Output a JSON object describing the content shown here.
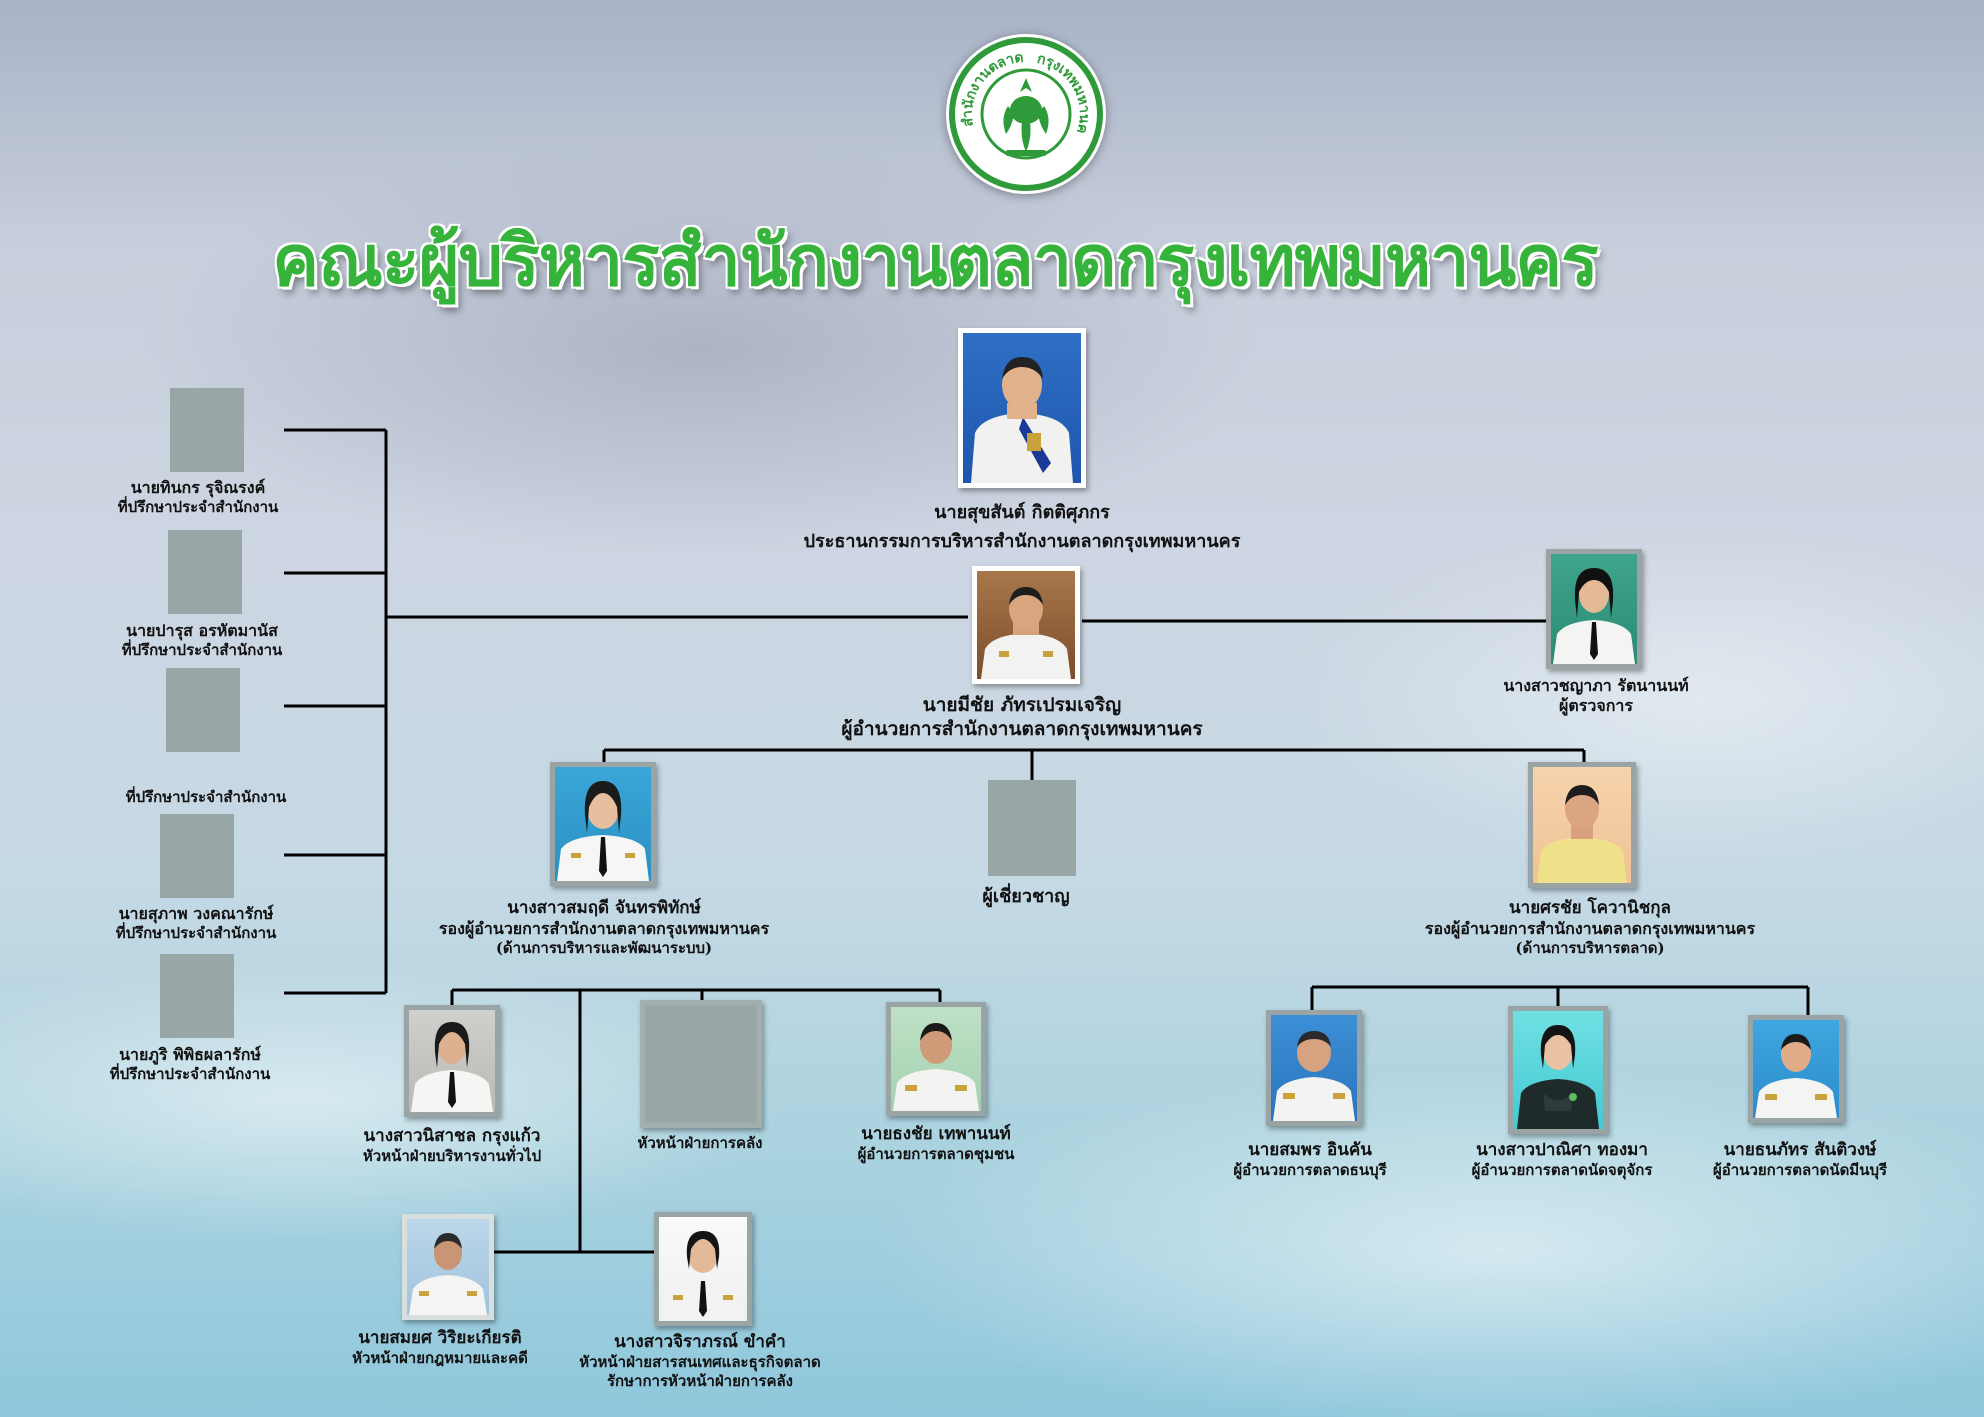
{
  "title": "คณะผู้บริหารสำนักงานตลาดกรุงเทพมหานคร",
  "logo": {
    "icon": "bangkok-market-seal-icon",
    "text_left": "สำนักงานตลาด",
    "text_right": "กรุงเทพมหานคร"
  },
  "colors": {
    "title": "#35b33a",
    "logo_green": "#2f9a3a",
    "lines": "#000000",
    "placeholder": "#98a6a6"
  },
  "chairman": {
    "name": "นายสุขสันต์ กิตติศุภกร",
    "role": "ประธานกรรมการบริหารสำนักงานตลาดกรุงเทพมหานคร"
  },
  "director": {
    "name": "นายมีชัย ภัทรเปรมเจริญ",
    "role": "ผู้อำนวยการสำนักงานตลาดกรุงเทพมหานคร"
  },
  "inspector": {
    "name": "นางสาวชญาภา รัตนานนท์",
    "role": "ผู้ตรวจการ"
  },
  "advisors": [
    {
      "name": "นายทินกร รุจิณรงค์",
      "role": "ที่ปรึกษาประจำสำนักงาน"
    },
    {
      "name": "นายปารุส อรหัตมานัส",
      "role": "ที่ปรึกษาประจำสำนักงาน"
    },
    {
      "name": "",
      "role": "ที่ปรึกษาประจำสำนักงาน"
    },
    {
      "name": "นายสุภาพ วงคณารักษ์",
      "role": "ที่ปรึกษาประจำสำนักงาน"
    },
    {
      "name": "นายภูริ พิพิธผลารักษ์",
      "role": "ที่ปรึกษาประจำสำนักงาน"
    }
  ],
  "deputy_admin": {
    "name": "นางสาวสมฤดี จันทรพิทักษ์",
    "role": "รองผู้อำนวยการสำนักงานตลาดกรุงเทพมหานคร",
    "area": "(ด้านการบริหารและพัฒนาระบบ)"
  },
  "expert": {
    "role": "ผู้เชี่ยวชาญ"
  },
  "deputy_market": {
    "name": "นายศรชัย โควานิชกุล",
    "role": "รองผู้อำนวยการสำนักงานตลาดกรุงเทพมหานคร",
    "area": "(ด้านการบริหารตลาด)"
  },
  "admin_units": [
    {
      "name": "นางสาวนิสาชล กรุงแก้ว",
      "role": "หัวหน้าฝ่ายบริหารงานทั่วไป"
    },
    {
      "name": "",
      "role": "หัวหน้าฝ่ายการคลัง"
    },
    {
      "name": "นายธงชัย เทพานนท์",
      "role": "ผู้อำนวยการตลาดชุมชน"
    },
    {
      "name": "นายสมยศ วิริยะเกียรติ",
      "role": "หัวหน้าฝ่ายกฎหมายและคดี"
    },
    {
      "name": "นางสาวจิราภรณ์ ขำคำ",
      "role": "หัวหน้าฝ่ายสารสนเทศและธุรกิจตลาด",
      "role2": "รักษาการหัวหน้าฝ่ายการคลัง"
    }
  ],
  "market_units": [
    {
      "name": "นายสมพร อินคัน",
      "role": "ผู้อำนวยการตลาดธนบุรี"
    },
    {
      "name": "นางสาวปาณิศา ทองมา",
      "role": "ผู้อำนวยการตลาดนัดจตุจักร"
    },
    {
      "name": "นายธนภัทร สันติวงษ์",
      "role": "ผู้อำนวยการตลาดนัดมีนบุรี"
    }
  ]
}
